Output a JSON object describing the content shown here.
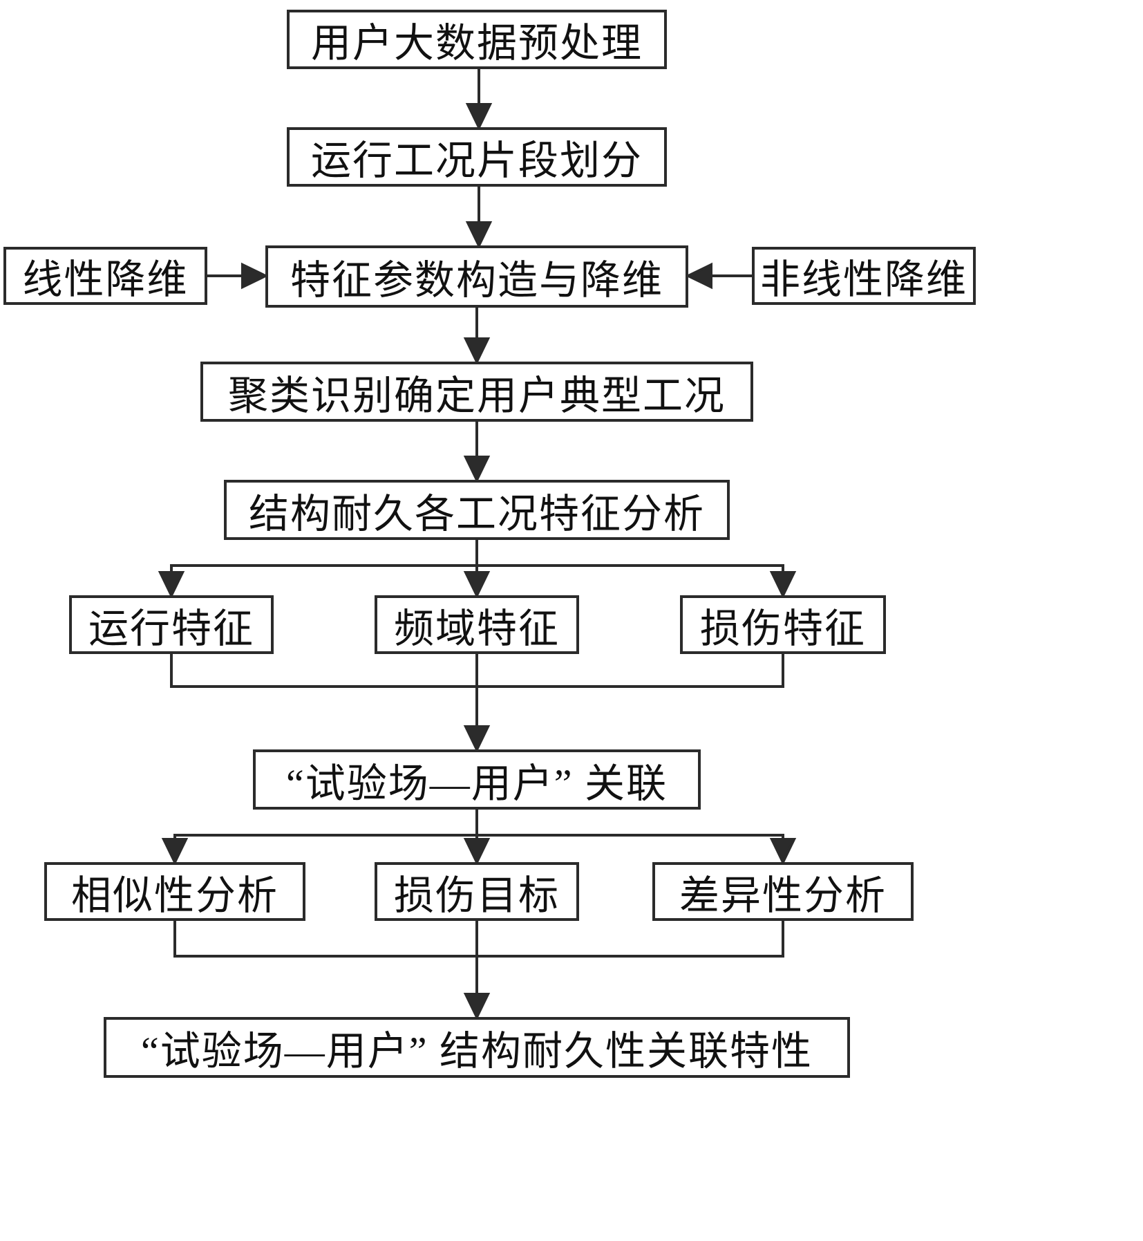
{
  "diagram": {
    "type": "flowchart",
    "background": "#ffffff",
    "colors": {
      "line": "#2b2b2b",
      "box_border": "#2b2b2b",
      "box_fill": "#ffffff",
      "text": "#111111"
    },
    "nodes": {
      "preprocess": "用户大数据预处理",
      "segmentation": "运行工况片段划分",
      "linear_reduction": "线性降维",
      "feature_construction": "特征参数构造与降维",
      "nonlinear_reduction": "非线性降维",
      "clustering": "聚类识别确定用户典型工况",
      "durability_analysis": "结构耐久各工况特征分析",
      "operating_features": "运行特征",
      "frequency_features": "频域特征",
      "damage_features": "损伤特征",
      "association": "“试验场—用户” 关联",
      "similarity_analysis": "相似性分析",
      "damage_target": "损伤目标",
      "difference_analysis": "差异性分析",
      "final_result": "“试验场—用户” 结构耐久性关联特性"
    },
    "edges": [
      {
        "from": "preprocess",
        "to": "segmentation"
      },
      {
        "from": "segmentation",
        "to": "feature_construction"
      },
      {
        "from": "linear_reduction",
        "to": "feature_construction"
      },
      {
        "from": "nonlinear_reduction",
        "to": "feature_construction"
      },
      {
        "from": "feature_construction",
        "to": "clustering"
      },
      {
        "from": "clustering",
        "to": "durability_analysis"
      },
      {
        "from": "durability_analysis",
        "to": "operating_features"
      },
      {
        "from": "durability_analysis",
        "to": "frequency_features"
      },
      {
        "from": "durability_analysis",
        "to": "damage_features"
      },
      {
        "from": "operating_features",
        "to": "association"
      },
      {
        "from": "frequency_features",
        "to": "association"
      },
      {
        "from": "damage_features",
        "to": "association"
      },
      {
        "from": "association",
        "to": "similarity_analysis"
      },
      {
        "from": "association",
        "to": "damage_target"
      },
      {
        "from": "association",
        "to": "difference_analysis"
      },
      {
        "from": "similarity_analysis",
        "to": "final_result"
      },
      {
        "from": "damage_target",
        "to": "final_result"
      },
      {
        "from": "difference_analysis",
        "to": "final_result"
      }
    ]
  }
}
